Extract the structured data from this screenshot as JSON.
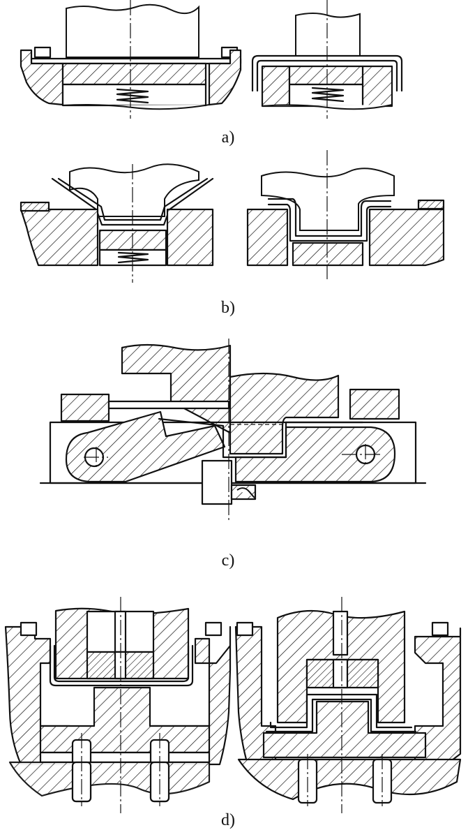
{
  "figure": {
    "panels": [
      {
        "id": "a",
        "label": "a)"
      },
      {
        "id": "b",
        "label": "b)"
      },
      {
        "id": "c",
        "label": "c)"
      },
      {
        "id": "d",
        "label": "d)"
      }
    ],
    "colors": {
      "ink": "#111111",
      "paper": "#ffffff"
    }
  }
}
